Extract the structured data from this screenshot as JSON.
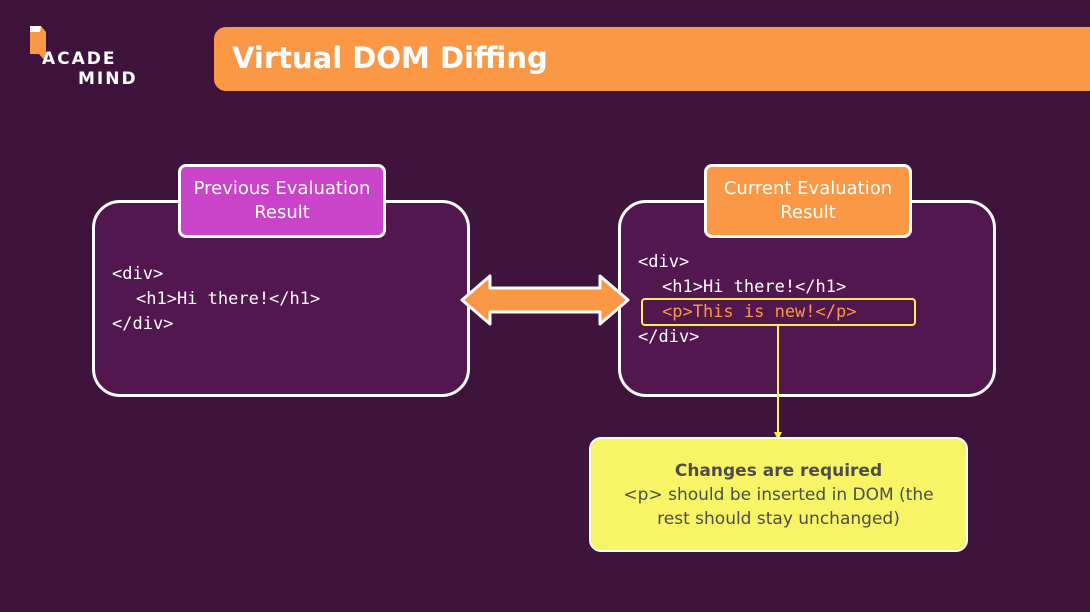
{
  "logo": {
    "line1": "ACADE",
    "line2": "MIND"
  },
  "title": "Virtual DOM Diffing",
  "left_panel": {
    "label": "Previous Evaluation Result",
    "code": [
      "<div>",
      "<h1>Hi there!</h1>",
      "</div>"
    ]
  },
  "right_panel": {
    "label": "Current Evaluation Result",
    "code": [
      "<div>",
      "<h1>Hi there!</h1>",
      "<p>This is new!</p>",
      "</div>"
    ]
  },
  "callout": {
    "title": "Changes are required",
    "body": "<p> should be inserted in DOM (the rest should stay unchanged)"
  },
  "colors": {
    "background": "#3e143c",
    "panel": "#53174f",
    "accent_orange": "#fb9845",
    "accent_magenta": "#c944c9",
    "highlight_yellow": "#f5f05c",
    "callout_yellow": "#f7f566"
  }
}
